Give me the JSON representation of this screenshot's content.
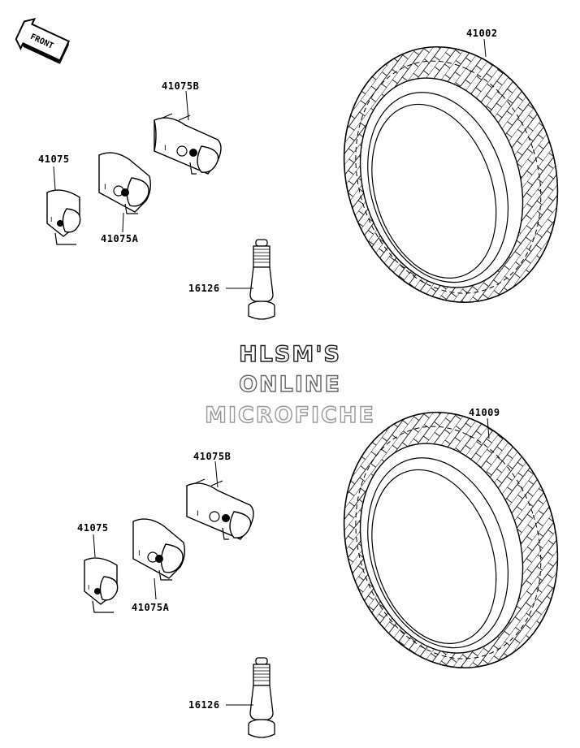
{
  "labels": {
    "tire_top": "41002",
    "tire_bottom": "41009",
    "weight_b_top": "41075B",
    "weight_top": "41075",
    "weight_a_top": "41075A",
    "valve_top": "16126",
    "weight_b_bottom": "41075B",
    "weight_bottom": "41075",
    "weight_a_bottom": "41075A",
    "valve_bottom": "16126"
  },
  "front_arrow": {
    "text": "FRONT"
  },
  "watermark": {
    "line1": "HLSM'S",
    "line2": "ONLINE",
    "line3": "MICROFICHE"
  },
  "icons": [
    "front-arrow-icon",
    "tire-icon",
    "balance-weight-icon",
    "valve-stem-icon"
  ]
}
